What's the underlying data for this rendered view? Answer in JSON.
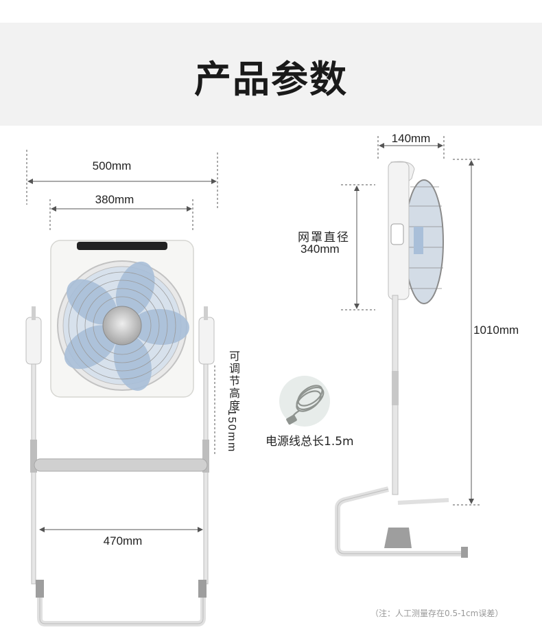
{
  "header": {
    "title": "产品参数"
  },
  "front_view": {
    "overall_width": "500mm",
    "body_width": "380mm",
    "base_width": "470mm",
    "adjustable_height_label": "可调节高度",
    "adjustable_height_value": "150mm"
  },
  "side_view": {
    "depth": "140mm",
    "guard_diameter_label": "网罩直径",
    "guard_diameter_value": "340mm",
    "total_height": "1010mm"
  },
  "cord": {
    "label": "电源线总长1.5m"
  },
  "footnote": "（注：人工测量存在0.5-1cm误差）",
  "colors": {
    "fan_blue": "#a9bfd9",
    "frame_gray": "#c8c8c8",
    "line": "#555555"
  }
}
